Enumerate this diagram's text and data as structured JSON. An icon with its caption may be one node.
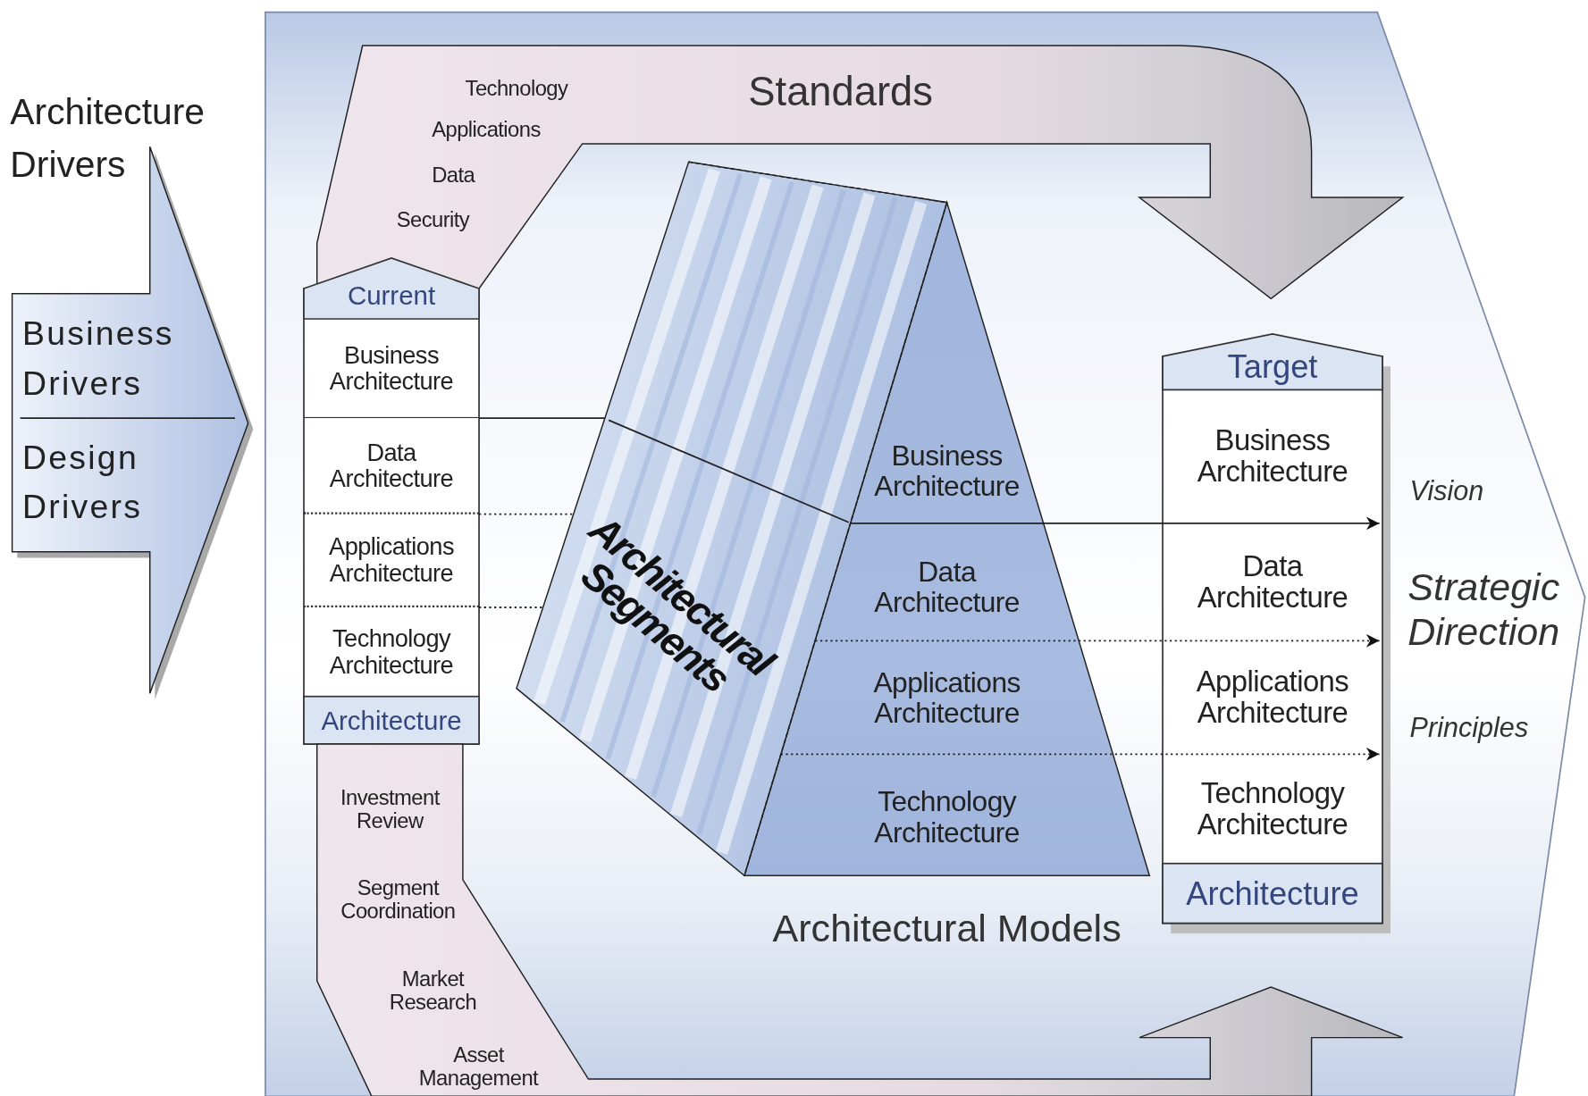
{
  "diagram": {
    "nodes": [
      {
        "text": [
          "Architecture Drivers"
        ]
      },
      {
        "text": [
          "Business Drivers"
        ],
        "in": 0
      },
      {
        "text": [
          "Design Drivers"
        ],
        "in": 0
      },
      {
        "text": [],
        "shape": "hexagon"
      },
      {
        "text": [
          "Standards",
          "Technology",
          "Applications",
          "Data",
          "Security"
        ],
        "in": 3
      },
      {
        "text": [
          "Current",
          "Architecture"
        ],
        "in": 3
      },
      {
        "text": [
          "Business Architecture"
        ],
        "in": 5
      },
      {
        "text": [
          "Data Architecture"
        ],
        "in": 5
      },
      {
        "text": [
          "Applications Architecture"
        ],
        "in": 5
      },
      {
        "text": [
          "Technology Architecture"
        ],
        "in": 5
      },
      {
        "text": [
          "Architectural Segments"
        ],
        "in": 3
      },
      {
        "text": [
          "Business Architecture"
        ],
        "in": 3
      },
      {
        "text": [
          "Data Architecture"
        ],
        "in": 3
      },
      {
        "text": [
          "Applications Architecture"
        ],
        "in": 3
      },
      {
        "text": [
          "Technology Architecture"
        ],
        "in": 3
      },
      {
        "text": [
          "Target",
          "Architecture"
        ],
        "in": 3
      },
      {
        "text": [
          "Business Architecture"
        ],
        "in": 15
      },
      {
        "text": [
          "Data Architecture"
        ],
        "in": 15
      },
      {
        "text": [
          "Applications Architecture"
        ],
        "in": 15
      },
      {
        "text": [
          "Technology Architecture"
        ],
        "in": 15
      },
      {
        "text": [
          "Investment Review",
          "Segment Coordination",
          "Market Research",
          "Asset Management"
        ],
        "in": 3
      }
    ],
    "edges": [
      {
        "from": 5,
        "to": 10,
        "arrow": "none"
      },
      {
        "from": 5,
        "to": 10,
        "arrow": "none",
        "style": "dashed"
      },
      {
        "from": 5,
        "to": 10,
        "arrow": "none",
        "style": "dashed"
      },
      {
        "from": 10,
        "to": 15,
        "arrow": "to"
      },
      {
        "from": 10,
        "to": 15,
        "arrow": "to",
        "style": "dashed"
      },
      {
        "from": 10,
        "to": 15,
        "arrow": "to",
        "style": "dashed"
      }
    ],
    "labels": [
      "Architectural Models",
      "Vision",
      "Strategic Direction",
      "Principles"
    ]
  }
}
